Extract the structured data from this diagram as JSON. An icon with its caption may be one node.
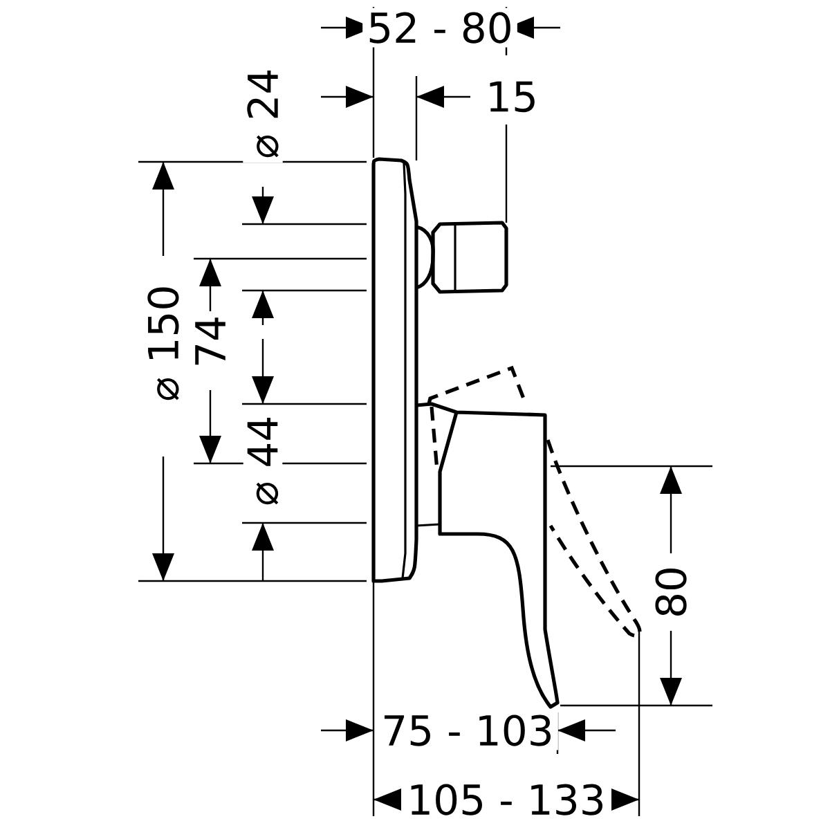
{
  "diagram": {
    "labels": [
      "52 - 80",
      "⌀ 24",
      "15",
      "⌀ 150",
      "74",
      "⌀ 44",
      "80",
      "75 - 103",
      "105 - 133"
    ]
  }
}
